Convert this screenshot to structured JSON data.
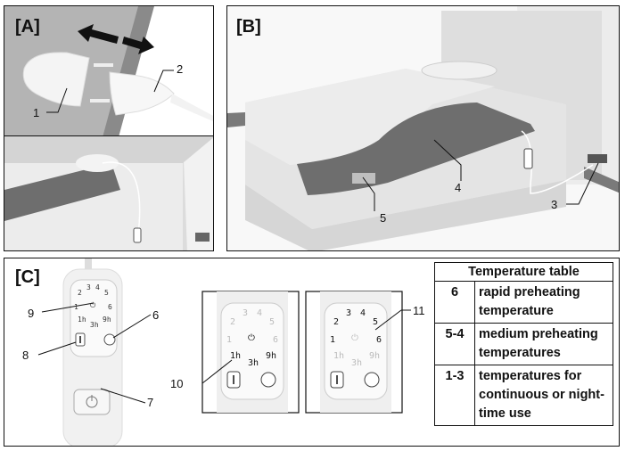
{
  "panels": {
    "a": {
      "label": "[A]",
      "callouts": [
        "1",
        "2"
      ],
      "parts": [
        "plug connector",
        "mains plug",
        "mains socket"
      ]
    },
    "b": {
      "label": "[B]",
      "callouts": [
        "3",
        "4",
        "5"
      ],
      "parts": [
        "wall socket",
        "heating pad",
        "type label"
      ]
    },
    "c": {
      "label": "[C]",
      "callouts": [
        "6",
        "7",
        "8",
        "9",
        "10",
        "11"
      ],
      "display_digits": [
        "1",
        "2",
        "3",
        "4",
        "5",
        "6"
      ],
      "timer_digits": [
        "1h",
        "3h",
        "9h"
      ]
    }
  },
  "temperature_table": {
    "title": "Temperature table",
    "rows": [
      {
        "level": "6",
        "description": "rapid preheating temperature"
      },
      {
        "level": "5-4",
        "description": "medium preheating temperatures"
      },
      {
        "level": "1-3",
        "description": "temperatures for continuous or night-time use"
      }
    ]
  },
  "colors": {
    "pad_gray": "#6e6e6e",
    "line": "#111111",
    "light_bg": "#e8e8e8"
  }
}
